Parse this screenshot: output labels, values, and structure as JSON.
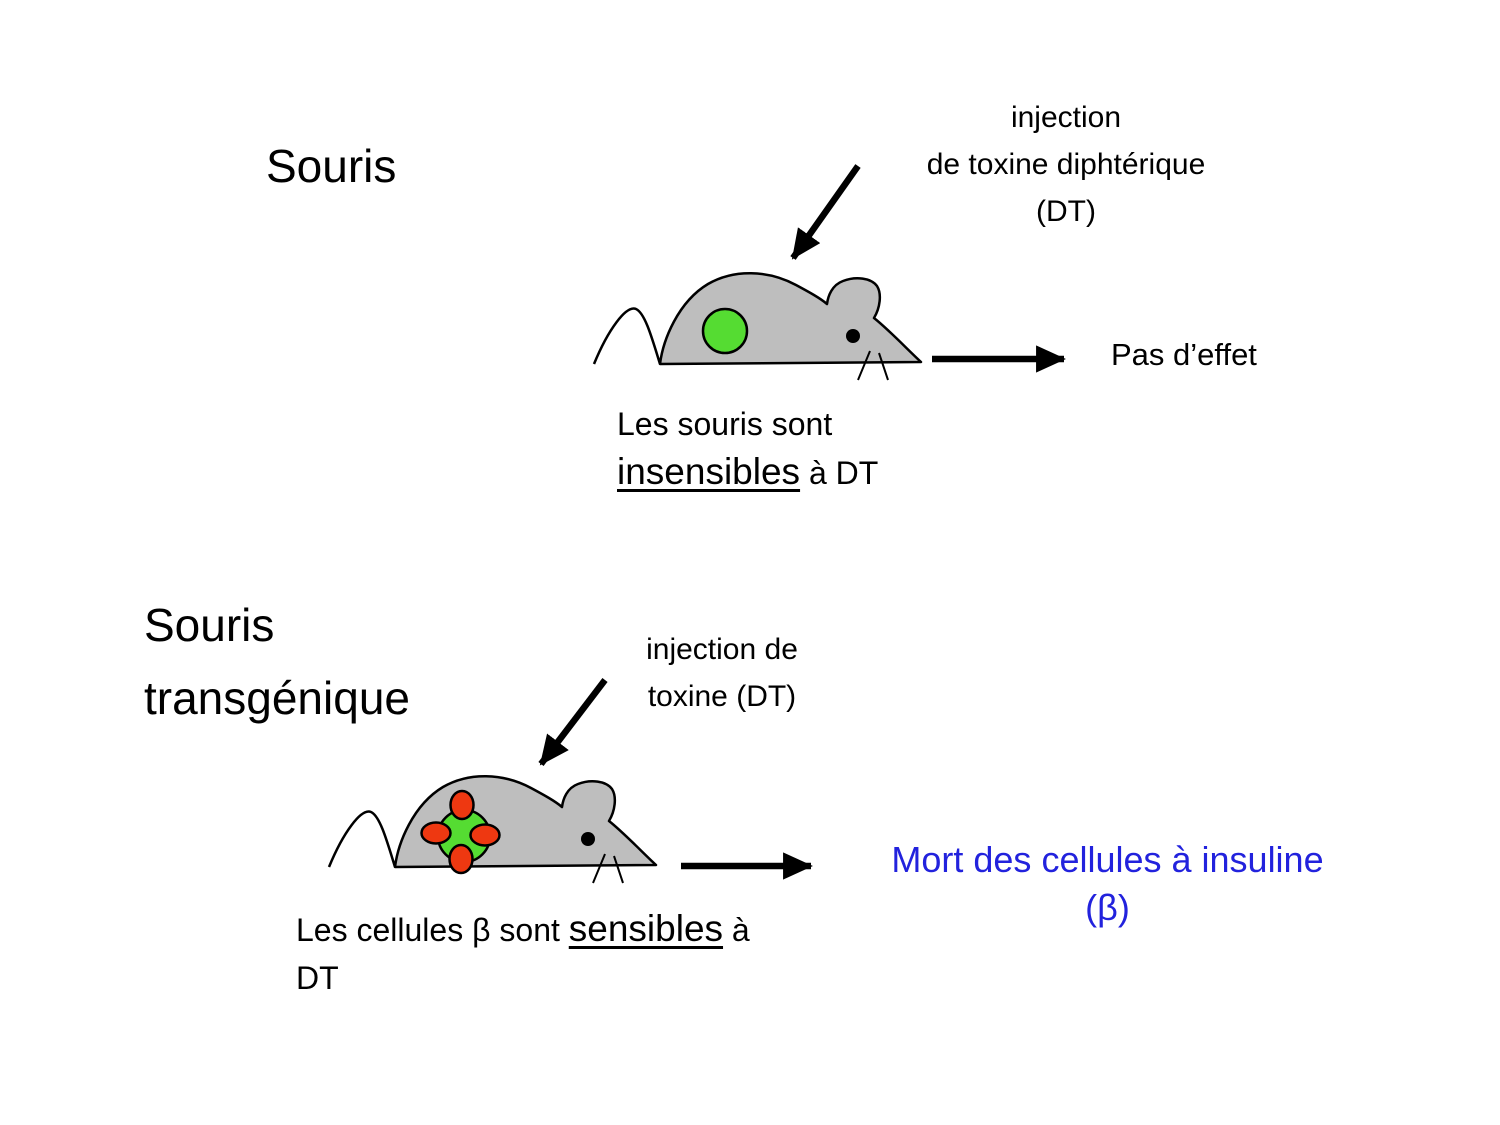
{
  "colors": {
    "text": "#000000",
    "blue": "#2222DD",
    "mouse_gray": "#BEBEBE",
    "outline": "#000000",
    "cell_green": "#55DC32",
    "receptor_red": "#EE3811",
    "arrow_black": "#000000"
  },
  "section_normal": {
    "title": "Souris",
    "injection_label": {
      "line1": "injection",
      "line2": "de toxine diphtérique",
      "line3": "(DT)"
    },
    "result": "Pas d’effet",
    "caption": {
      "line1": "Les souris sont",
      "underlined": "insensibles",
      "suffix": " à DT"
    }
  },
  "section_transgenic": {
    "title": {
      "line1": "Souris",
      "line2": "transgénique"
    },
    "injection_label": {
      "line1": "injection de",
      "line2": "toxine (DT)"
    },
    "result": {
      "line1": "Mort des cellules à insuline",
      "line2": "(β)"
    },
    "caption": {
      "prefix": "Les cellules β sont ",
      "underlined": "sensibles",
      "suffix": " à",
      "line2": "DT"
    }
  }
}
